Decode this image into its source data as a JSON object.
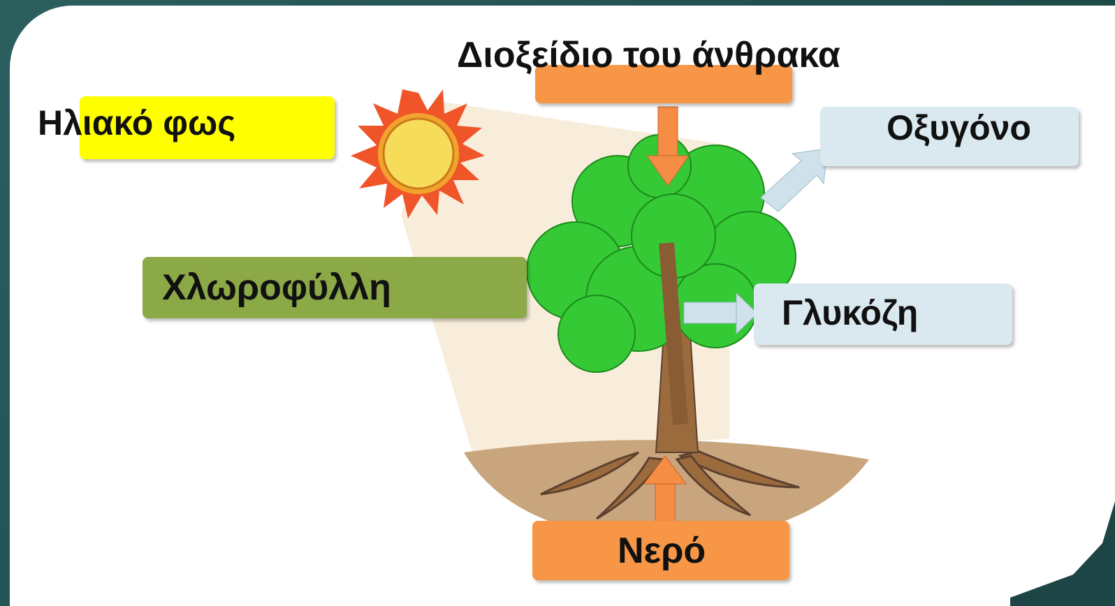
{
  "diagram": {
    "labels": {
      "sunlight": "Ηλιακό φως",
      "carbon_dioxide": "Διοξείδιο του άνθρακα",
      "oxygen": "Οξυγόνο",
      "chlorophyll": "Χλωροφύλλη",
      "glucose": "Γλυκόζη",
      "water": "Νερό"
    },
    "colors": {
      "yellow_box": "#ffff00",
      "orange_box": "#f79646",
      "green_box": "#8ba946",
      "light_blue_box": "#dae8f0",
      "tree_leaves": "#33cc33",
      "trunk": "#9b6b3e",
      "soil": "#c7a27a",
      "light_beam": "#f6e6c8"
    },
    "icons": [
      "sun-icon",
      "tree-icon",
      "arrow-down-icon",
      "arrow-up-icon",
      "arrow-right-icon",
      "arrow-up-right-icon"
    ]
  }
}
